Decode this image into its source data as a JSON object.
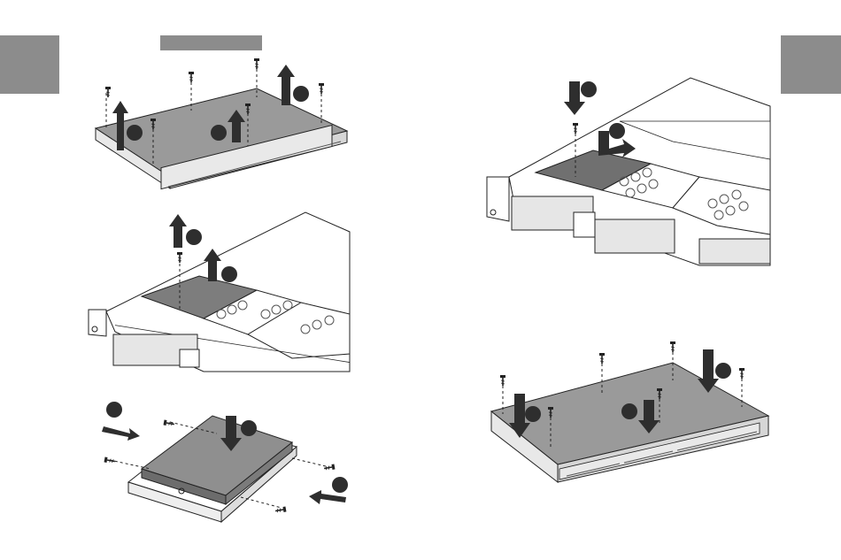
{
  "page": {
    "left_tab_color": "#8c8c8c",
    "right_tab_color": "#8c8c8c",
    "title_bar_color": "#8c8c8c",
    "lid_color": "#9a9a9a",
    "arrow_color": "#2e2e2e",
    "step_marker_color": "#2e2e2e"
  },
  "figures": [
    {
      "name": "remove-lid-screws"
    },
    {
      "name": "remove-drive-tray"
    },
    {
      "name": "mount-drive-in-tray"
    },
    {
      "name": "insert-drive-tray"
    },
    {
      "name": "refit-lid-screws"
    }
  ],
  "icons": [
    "arrow-up-icon",
    "arrow-down-icon",
    "arrow-right-icon",
    "screw-icon",
    "step-marker-icon"
  ]
}
